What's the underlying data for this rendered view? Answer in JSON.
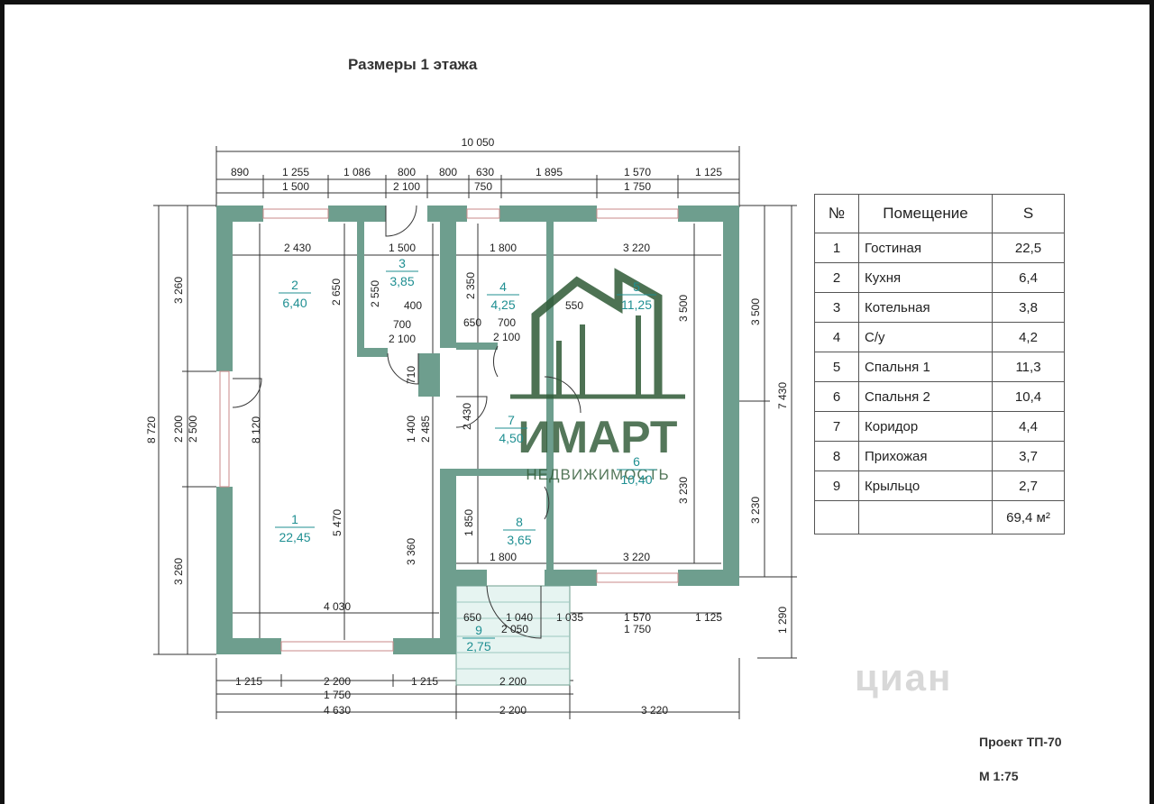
{
  "title": "Размеры 1 этажа",
  "project": "Проект ТП-70",
  "scale": "М 1:75",
  "watermark": {
    "brand": "ИМАРТ",
    "tagline": "НЕДВИЖИМОСТЬ",
    "site": "циан"
  },
  "colors": {
    "wall": "#6e9e8e",
    "room_label": "#1f8f92",
    "watermark": "#2f5a36"
  },
  "rooms_table": {
    "headers": [
      "№",
      "Помещение",
      "S"
    ],
    "rows": [
      {
        "no": "1",
        "name": "Гостиная",
        "s": "22,5"
      },
      {
        "no": "2",
        "name": "Кухня",
        "s": "6,4"
      },
      {
        "no": "3",
        "name": "Котельная",
        "s": "3,8"
      },
      {
        "no": "4",
        "name": "С/у",
        "s": "4,2"
      },
      {
        "no": "5",
        "name": "Спальня 1",
        "s": "11,3"
      },
      {
        "no": "6",
        "name": "Спальня 2",
        "s": "10,4"
      },
      {
        "no": "7",
        "name": "Коридор",
        "s": "4,4"
      },
      {
        "no": "8",
        "name": "Прихожая",
        "s": "3,7"
      },
      {
        "no": "9",
        "name": "Крыльцо",
        "s": "2,7"
      }
    ],
    "total": "69,4 м²"
  },
  "room_labels": [
    {
      "no": "1",
      "area": "22,45"
    },
    {
      "no": "2",
      "area": "6,40"
    },
    {
      "no": "3",
      "area": "3,85"
    },
    {
      "no": "4",
      "area": "4,25"
    },
    {
      "no": "5",
      "area": "11,25"
    },
    {
      "no": "6",
      "area": "10,40"
    },
    {
      "no": "7",
      "area": "4,50"
    },
    {
      "no": "8",
      "area": "3,65"
    },
    {
      "no": "9",
      "area": "2,75"
    }
  ],
  "dimensions": {
    "top_total": "10 050",
    "top_row1": [
      "890",
      "1 255",
      "1 086",
      "800",
      "800",
      "630",
      "1 895",
      "1 570",
      "1 125"
    ],
    "top_row2": [
      "1 500",
      "2 100",
      "750",
      "1 750"
    ],
    "bottom_row1": [
      "1 215",
      "2 200",
      "1 215",
      "2 200"
    ],
    "bottom_row2": [
      "1 750"
    ],
    "bottom_row3": [
      "4 630",
      "2 200",
      "3 220"
    ],
    "left_outer": "8 720",
    "left_row": [
      "3 260",
      "2 200",
      "3 260"
    ],
    "left_inner": "2 500",
    "right_outer": "7 430",
    "right_row": [
      "3 500",
      "3 230",
      "1 290"
    ],
    "interior": [
      "2 430",
      "1 500",
      "1 800",
      "3 220",
      "2 650",
      "2 550",
      "400",
      "700",
      "2 100",
      "2 350",
      "650",
      "700",
      "2 100",
      "550",
      "3 500",
      "710",
      "1 400",
      "2 485",
      "2 430",
      "8 120",
      "5 470",
      "3 360",
      "1 850",
      "1 800",
      "3 230",
      "3 220",
      "4 030",
      "650",
      "1 040",
      "1 035",
      "1 570",
      "1 125",
      "2 050",
      "1 750"
    ]
  }
}
